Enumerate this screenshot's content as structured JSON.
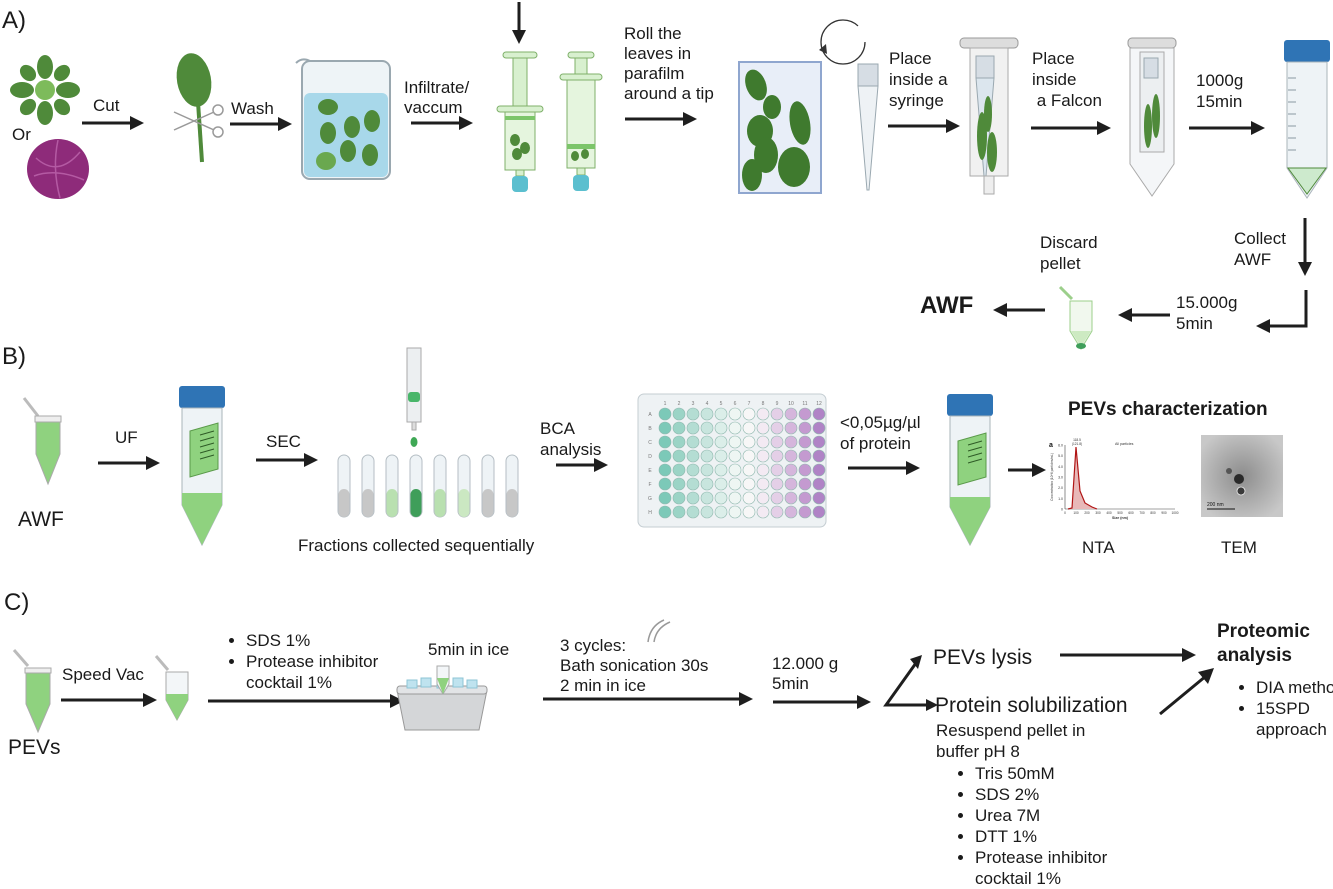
{
  "panels": {
    "A": {
      "label": "A)",
      "or": "Or",
      "steps": {
        "cut": "Cut",
        "wash": "Wash",
        "infiltrate": [
          "Infiltrate/",
          "vaccum"
        ],
        "roll": [
          "Roll the",
          "leaves in",
          "parafilm",
          "around  a tip"
        ],
        "syringe": [
          "Place",
          "inside a",
          "syringe"
        ],
        "falcon": [
          "Place",
          "inside",
          " a Falcon"
        ],
        "spin1": [
          "1000g",
          "15min"
        ],
        "collect": [
          "Collect",
          "AWF"
        ],
        "spin2": [
          "15.000g",
          "5min"
        ],
        "discard": [
          "Discard",
          "pellet"
        ],
        "result": "AWF"
      }
    },
    "B": {
      "label": "B)",
      "start": "AWF",
      "uf": "UF",
      "sec": "SEC",
      "fractions": "Fractions collected sequentially",
      "bca": [
        "BCA",
        "analysis"
      ],
      "protein": [
        "<0,05µg/µl",
        "of protein"
      ],
      "characterization_title": "PEVs characterization",
      "nta": "NTA",
      "tem": "TEM",
      "plate": {
        "columns": [
          "1",
          "2",
          "3",
          "4",
          "5",
          "6",
          "7",
          "8",
          "9",
          "10",
          "11",
          "12"
        ],
        "rows": [
          "A",
          "B",
          "C",
          "D",
          "E",
          "F",
          "G",
          "H"
        ],
        "column_colors": [
          "#7cc9b8",
          "#9bd4c6",
          "#b4ddd3",
          "#c8e5de",
          "#dbeee9",
          "#eef6f3",
          "#f7f7f7",
          "#f3eaf3",
          "#e4cfe7",
          "#d5b6dc",
          "#c49ad0",
          "#b083c6"
        ]
      },
      "tube_fills": [
        "#c7c7c7",
        "#c7c7c7",
        "#b9e0b0",
        "#3f9e5a",
        "#b9e0b0",
        "#cbe8c2",
        "#c7c7c7",
        "#c7c7c7"
      ],
      "nta_plot": {
        "panel_letter": "a",
        "peak_label": [
          "118.5",
          "(121.8)"
        ],
        "legend": "All particles",
        "ylabel": "Concentration (10^6 particles/mL)",
        "xlabel": "Size (nm)",
        "yticks": [
          "0",
          "1.0",
          "2.0",
          "3.0",
          "4.0",
          "5.0",
          "6.0"
        ],
        "xticks": [
          "0",
          "100",
          "200",
          "300",
          "400",
          "500",
          "600",
          "700",
          "800",
          "900",
          "1000"
        ]
      },
      "tem_scale": "200 nm"
    },
    "C": {
      "label": "C)",
      "start": "PEVs",
      "speedvac": "Speed Vac",
      "reagents1": [
        "SDS 1%",
        "Protease inhibitor cocktail 1%"
      ],
      "ice": "5min in ice",
      "sonication": [
        "3 cycles:",
        "Bath sonication 30s",
        "2 min in ice"
      ],
      "spin": [
        "12.000 g",
        "5min"
      ],
      "lysis": "PEVs lysis",
      "solubilization": "Protein solubilization",
      "resuspend": [
        "Resuspend pellet in",
        "buffer pH 8"
      ],
      "buffer": [
        "Tris 50mM",
        "SDS 2%",
        "Urea 7M",
        "DTT 1%",
        "Protease inhibitor cocktail 1%"
      ],
      "proteomic_title": [
        "Proteomic",
        "analysis"
      ],
      "proteomic_items": [
        "DIA method",
        "15SPD approach"
      ]
    }
  },
  "colors": {
    "arrow": "#1e1e1e",
    "leaf": "#4f8a3a",
    "leaf_light": "#6aa84f",
    "cabbage": "#8e2b7a",
    "water": "#bfe3ef",
    "cap_blue": "#2f74b5",
    "tip_cyan": "#5bbfcf",
    "liquid_green": "#8fd27f"
  }
}
